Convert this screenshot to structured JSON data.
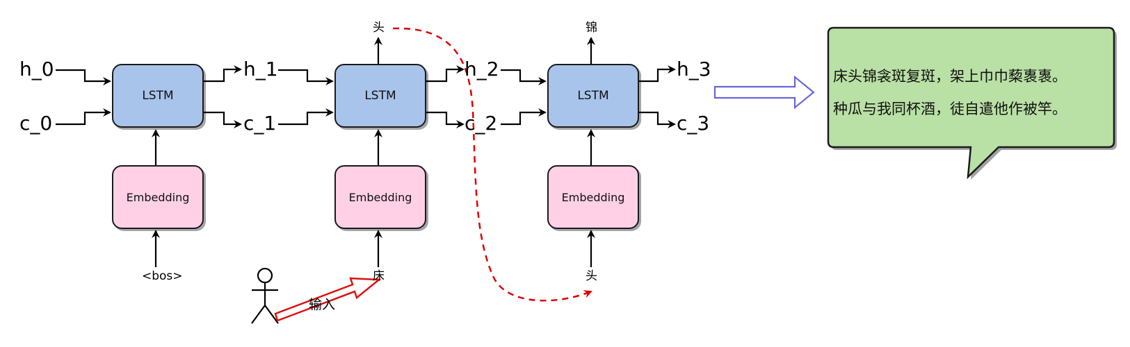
{
  "lstm_cells": [
    {
      "label": "LSTM"
    },
    {
      "label": "LSTM"
    },
    {
      "label": "LSTM"
    }
  ],
  "embedding_cells": [
    {
      "label": "Embedding"
    },
    {
      "label": "Embedding"
    },
    {
      "label": "Embedding"
    }
  ],
  "inputs": [
    "<bos>",
    "床",
    "头"
  ],
  "outputs": [
    "头",
    "锦"
  ],
  "hidden_states": [
    "h_0",
    "h_1",
    "h_2",
    "h_3"
  ],
  "cell_states": [
    "c_0",
    "c_1",
    "c_2",
    "c_3"
  ],
  "user_input_label": "输入",
  "callout": {
    "line1": "床头锦衾斑复斑，架上巾巾蔾褢褢。",
    "line2": "种瓜与我同杯酒，徒自遣他作被竿。"
  },
  "colors": {
    "lstm_fill": "#a9c4eb",
    "embedding_fill": "#ffd0e6",
    "callout_fill": "#b9e0a5",
    "feedback_arrow": "#dd0000",
    "input_arrow": "#dd1111",
    "result_arrow": "#6666dd"
  }
}
